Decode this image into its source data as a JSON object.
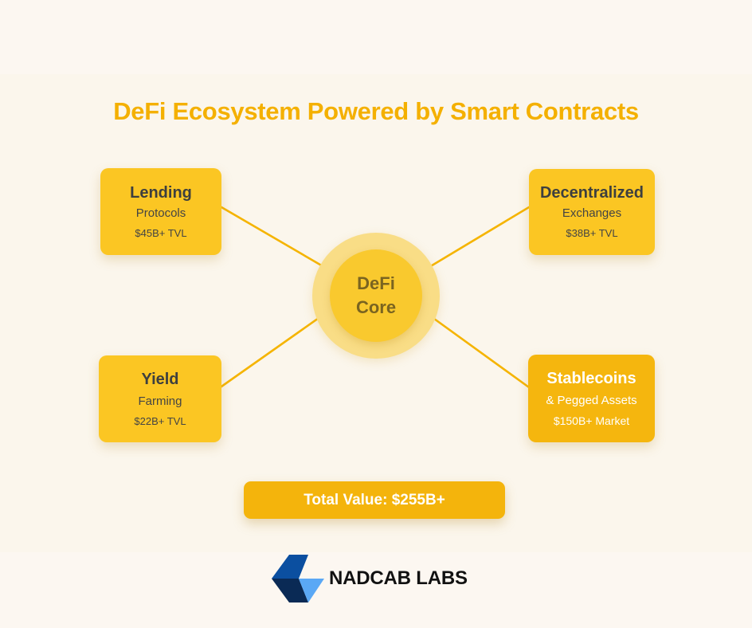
{
  "title": "DeFi Ecosystem Powered by Smart Contracts",
  "core": {
    "line1": "DeFi",
    "line2": "Core"
  },
  "nodes": [
    {
      "id": "lending",
      "title": "Lending",
      "subtitle": "Protocols",
      "value": "$45B+ TVL"
    },
    {
      "id": "dex",
      "title": "Decentralized",
      "subtitle": "Exchanges",
      "value": "$38B+ TVL"
    },
    {
      "id": "yield",
      "title": "Yield",
      "subtitle": "Farming",
      "value": "$22B+ TVL"
    },
    {
      "id": "stablecoins",
      "title": "Stablecoins",
      "subtitle": "& Pegged Assets",
      "value": "$150B+ Market"
    }
  ],
  "total": "Total Value: $255B+",
  "brand": {
    "name": "NADCAB LABS",
    "icon": "nadcab-logo-icon"
  },
  "colors": {
    "accent": "#f4b000",
    "card_light": "#fbc623",
    "card_dark": "#f5b60e",
    "core_outer": "#f9dd86",
    "core_inner": "#f9c92e",
    "line": "#f5b400",
    "background": "#fcf7f1"
  }
}
